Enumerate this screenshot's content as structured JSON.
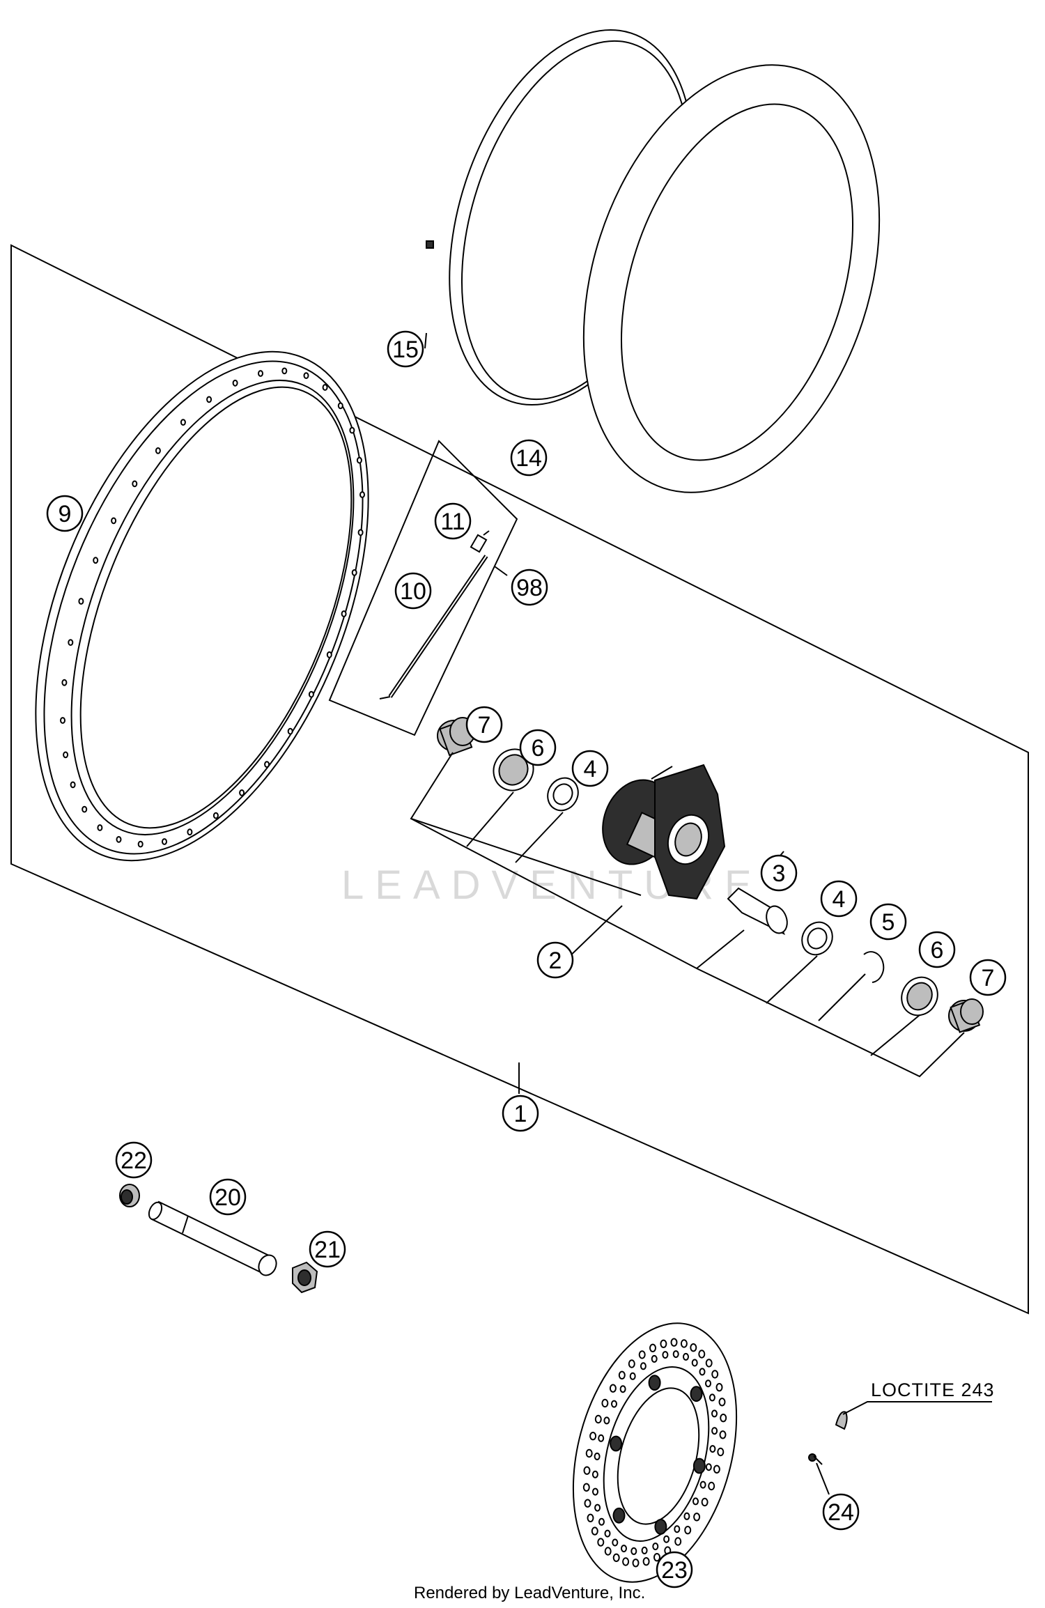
{
  "callouts": [
    "1",
    "2",
    "3",
    "4",
    "4",
    "5",
    "6",
    "6",
    "7",
    "7",
    "9",
    "10",
    "11",
    "14",
    "15",
    "20",
    "21",
    "22",
    "23",
    "24",
    "98"
  ],
  "note": {
    "text": "LOCTITE 243"
  },
  "footer": {
    "text": "Rendered by LeadVenture, Inc."
  },
  "watermark": {
    "text": "LEADVENTURE"
  }
}
